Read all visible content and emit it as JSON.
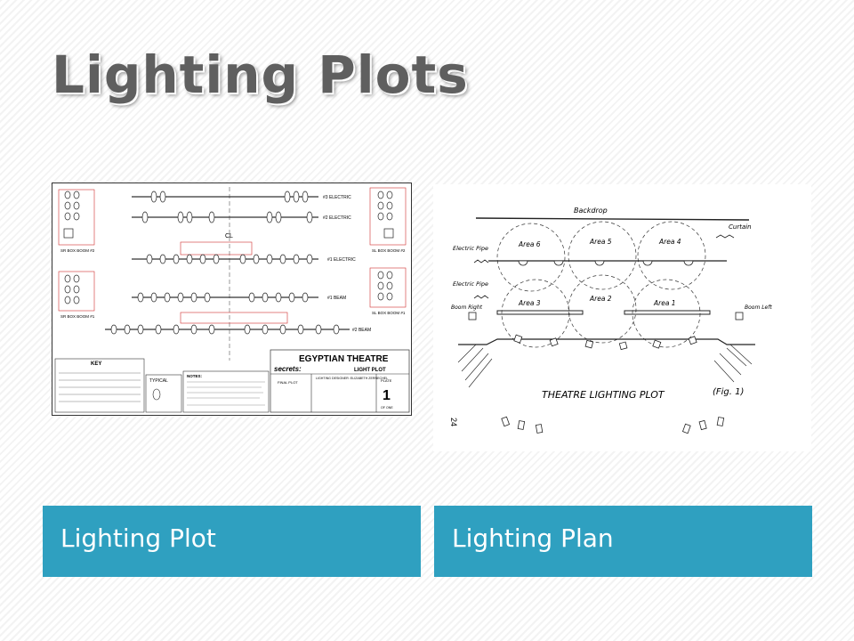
{
  "slide": {
    "title": "Lighting Plots"
  },
  "plot_image": {
    "positions": {
      "third_electric": "#3 ELECTRIC",
      "second_electric": "#2 ELECTRIC",
      "first_electric": "#1 ELECTRIC",
      "first_beam": "#1 BEAM",
      "second_beam": "#2 BEAM",
      "sr_box_boom_2": "SR BOX BOOM #2",
      "sl_box_boom_2": "SL BOX BOOM #2",
      "sr_box_boom_1": "SR BOX BOOM #1",
      "sl_box_boom_1": "SL BOX BOOM #1",
      "centerline": "CL"
    },
    "key_label": "KEY",
    "typical_label": "TYPICAL",
    "notes_label": "NOTES:",
    "theatre_name": "EGYPTIAN THEATRE",
    "show_name": "secrets:",
    "plot_label": "LIGHT PLOT",
    "final_plot": "FINAL PLOT",
    "designer": "LIGHTING DESIGNER: ELIZABETH ZERNECHEL",
    "plate_label": "PLATE",
    "plate_number": "1",
    "plate_of": "OF ONE"
  },
  "plan_image": {
    "backdrop": "Backdrop",
    "curtain": "Curtain",
    "electric_pipe_1": "Electric Pipe",
    "electric_pipe_2": "Electric Pipe",
    "boom_right": "Boom Right",
    "boom_left": "Boom Left",
    "area_1": "Area 1",
    "area_2": "Area 2",
    "area_3": "Area 3",
    "area_4": "Area 4",
    "area_5": "Area 5",
    "area_6": "Area 6",
    "caption": "THEATRE LIGHTING PLOT",
    "figure": "(Fig. 1)",
    "page_number": "24"
  },
  "captions": {
    "left": "Lighting Plot",
    "right": "Lighting Plan"
  },
  "colors": {
    "caption_bg": "#2fa0c0",
    "title_text": "#5f5f5f"
  }
}
